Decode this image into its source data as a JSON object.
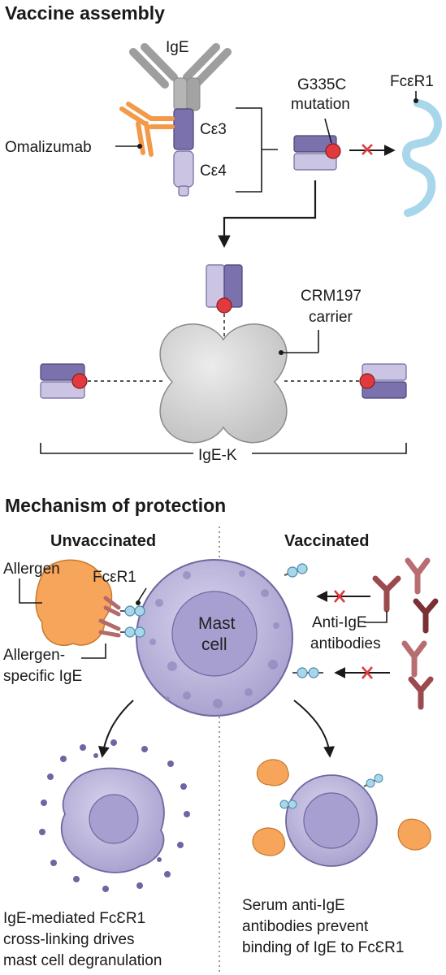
{
  "sections": {
    "assembly_title": "Vaccine assembly",
    "mechanism_title": "Mechanism of protection"
  },
  "assembly": {
    "ige": "IgE",
    "omalizumab": "Omalizumab",
    "ce3": "Cε3",
    "ce4": "Cε4",
    "mutation_line1": "G335C",
    "mutation_line2": "mutation",
    "receptor": "FcεR1",
    "carrier_line1": "CRM197",
    "carrier_line2": "carrier",
    "complex": "IgE-K"
  },
  "mechanism": {
    "unvaccinated": "Unvaccinated",
    "vaccinated": "Vaccinated",
    "allergen": "Allergen",
    "receptor": "FcεR1",
    "specific_line1": "Allergen-",
    "specific_line2": "specific IgE",
    "mast_line1": "Mast",
    "mast_line2": "cell",
    "anti_line1": "Anti-IgE",
    "anti_line2": "antibodies",
    "left_caption": [
      "IgE-mediated FcƐR1",
      "cross-linking drives",
      "mast cell degranulation"
    ],
    "right_caption": [
      "Serum anti-IgE",
      "antibodies prevent",
      "binding of IgE to FcƐR1"
    ]
  },
  "colors": {
    "domain_dark": "#7b72ad",
    "domain_light": "#cbc5e3",
    "mutation_red": "#e03a3e",
    "receptor_blue": "#a8d6ea",
    "carrier_gray": "#d4d4d4",
    "omalizumab_orange": "#f29a4a",
    "allergen_orange": "#f7a55a",
    "antibody_brown": "#9c4a4e",
    "cell_purple": "#c9c4e4"
  }
}
